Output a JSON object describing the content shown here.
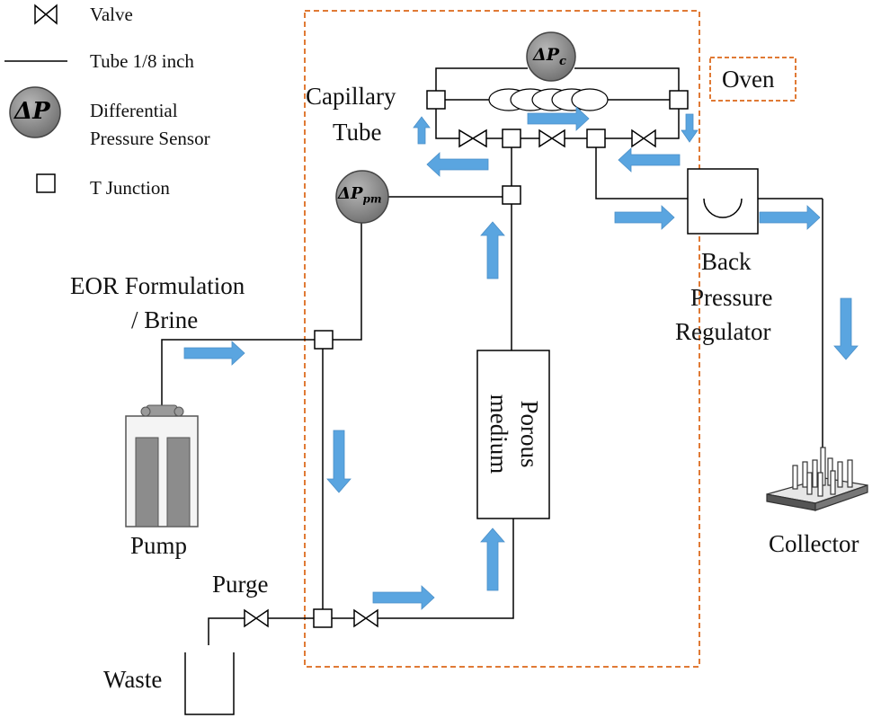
{
  "legend": {
    "valve": "Valve",
    "tube": "Tube 1/8 inch",
    "dp_sensor_line1": "Differential",
    "dp_sensor_line2": "Pressure Sensor",
    "dp_symbol": "ΔP",
    "t_junction": "T Junction"
  },
  "labels": {
    "capillary_line1": "Capillary",
    "capillary_line2": "Tube",
    "oven": "Oven",
    "eor_line1": "EOR Formulation",
    "eor_line2": "/ Brine",
    "pump": "Pump",
    "purge": "Purge",
    "waste": "Waste",
    "porous_line1": "Porous",
    "porous_line2": "medium",
    "bpr_line1": "Back",
    "bpr_line2": "Pressure",
    "bpr_line3": "Regulator",
    "collector": "Collector"
  },
  "sensors": {
    "dp_c_main": "ΔP",
    "dp_c_sub": "c",
    "dp_pm_main": "ΔP",
    "dp_pm_sub": "pm"
  },
  "colors": {
    "arrow": "#5aa5e0",
    "oven_border": "#e07a35",
    "sensor_fill": "#8a8a8a",
    "pump_fill": "#8c8c8c"
  }
}
